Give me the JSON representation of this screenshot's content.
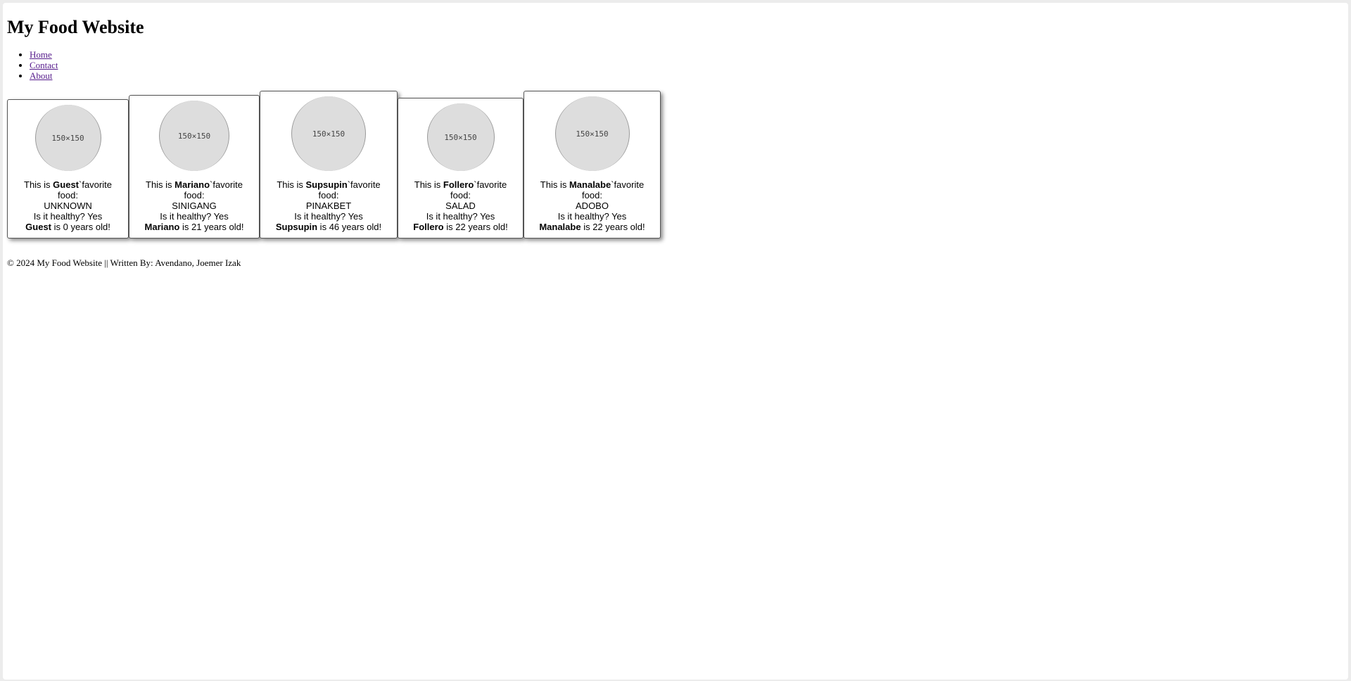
{
  "header": {
    "title": "My Food Website"
  },
  "nav": {
    "items": [
      {
        "label": "Home"
      },
      {
        "label": "Contact"
      },
      {
        "label": "About"
      }
    ]
  },
  "cards": [
    {
      "name": "Guest",
      "food": "UNKNOWN",
      "healthy": "Yes",
      "age": "0",
      "image_label": "150×150"
    },
    {
      "name": "Mariano",
      "food": "SINIGANG",
      "healthy": "Yes",
      "age": "21",
      "image_label": "150×150"
    },
    {
      "name": "Supsupin",
      "food": "PINAKBET",
      "healthy": "Yes",
      "age": "46",
      "image_label": "150×150"
    },
    {
      "name": "Follero",
      "food": "SALAD",
      "healthy": "Yes",
      "age": "22",
      "image_label": "150×150"
    },
    {
      "name": "Manalabe",
      "food": "ADOBO",
      "healthy": "Yes",
      "age": "22",
      "image_label": "150×150"
    }
  ],
  "strings": {
    "this_is": "This is ",
    "favorite_food": "`favorite food:",
    "is_healthy": "Is it healthy? ",
    "is": " is ",
    "years_old": " years old!"
  },
  "footer": {
    "text": "© 2024 My Food Website || Written By: Avendano, Joemer Izak"
  }
}
